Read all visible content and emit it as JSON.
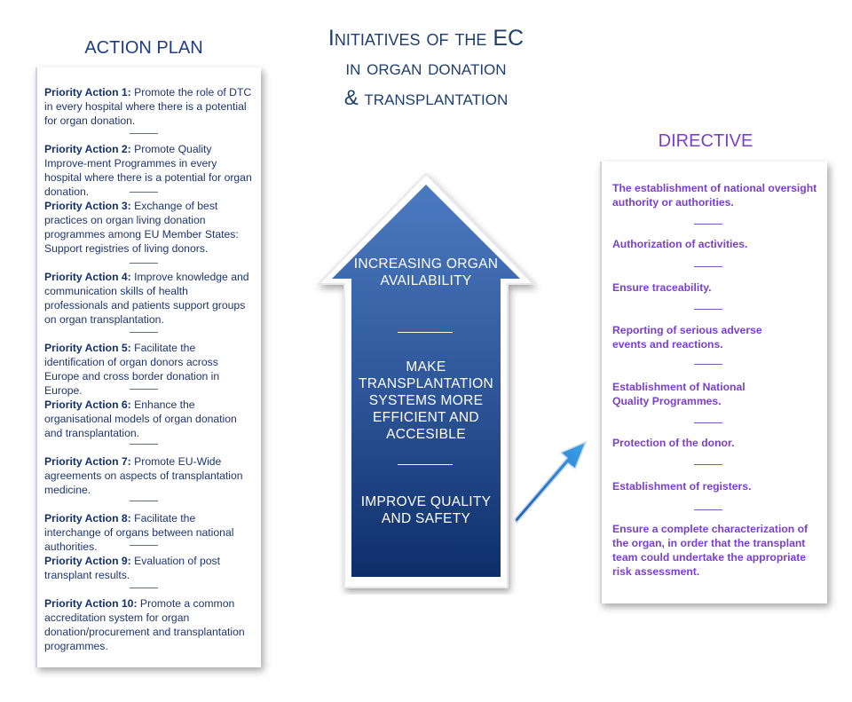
{
  "title": {
    "line1": "Initiatives of the EC",
    "line2": "in organ donation",
    "line3": "& transplantation"
  },
  "action_plan": {
    "heading": "ACTION PLAN",
    "items": [
      {
        "label": "Priority Action 1:",
        "text": " Promote the role of DTC in every hospital where there is a potential for organ donation."
      },
      {
        "label": "Priority Action 2:",
        "text": " Promote Quality Improve-ment Programmes in every hospital where there is a potential for organ donation."
      },
      {
        "label": "Priority Action 3:",
        "text": " Exchange of best practices on organ living donation programmes among EU Member States: Support registries of living donors."
      },
      {
        "label": "Priority Action 4:",
        "text": " Improve knowledge and communication skills of health professionals and patients support groups on organ transplantation."
      },
      {
        "label": "Priority Action 5:",
        "text": " Facilitate the identification of organ donors across Europe and cross border donation in Europe."
      },
      {
        "label": "Priority Action 6:",
        "text": " Enhance the organisational models of organ donation and transplantation."
      },
      {
        "label": "Priority Action 7:",
        "text": " Promote EU-Wide agreements on aspects of transplantation medicine."
      },
      {
        "label": "Priority Action 8:",
        "text": " Facilitate the interchange of organs between national authorities."
      },
      {
        "label": "Priority Action 9:",
        "text": " Evaluation of post transplant results."
      },
      {
        "label": "Priority Action 10:",
        "text": " Promote a common accreditation system for organ donation/procurement and transplantation programmes."
      }
    ]
  },
  "directive": {
    "heading": "DIRECTIVE",
    "items": [
      "The establishment of national oversight authority or authorities.",
      "Authorization of activities.",
      "Ensure traceability.",
      "Reporting of serious adverse events and reactions.",
      "Establishment of National Quality Programmes.",
      "Protection of the donor.",
      "Establishment of registers.",
      "Ensure a complete characterization of the organ, in order that the transplant team could undertake the appropriate risk assessment."
    ]
  },
  "arrow": {
    "goal1": "INCREASING ORGAN AVAILABILITY",
    "goal2": "MAKE TRANSPLANTATION SYSTEMS MORE EFFICIENT AND ACCESIBLE",
    "goal3": "IMPROVE QUALITY AND SAFETY"
  },
  "colors": {
    "title": "#1f3f6f",
    "action_plan": "#1c3570",
    "directive": "#7a3fcd",
    "arrow_dark": "#0e2e69",
    "arrow_light": "#4c7ac0"
  }
}
